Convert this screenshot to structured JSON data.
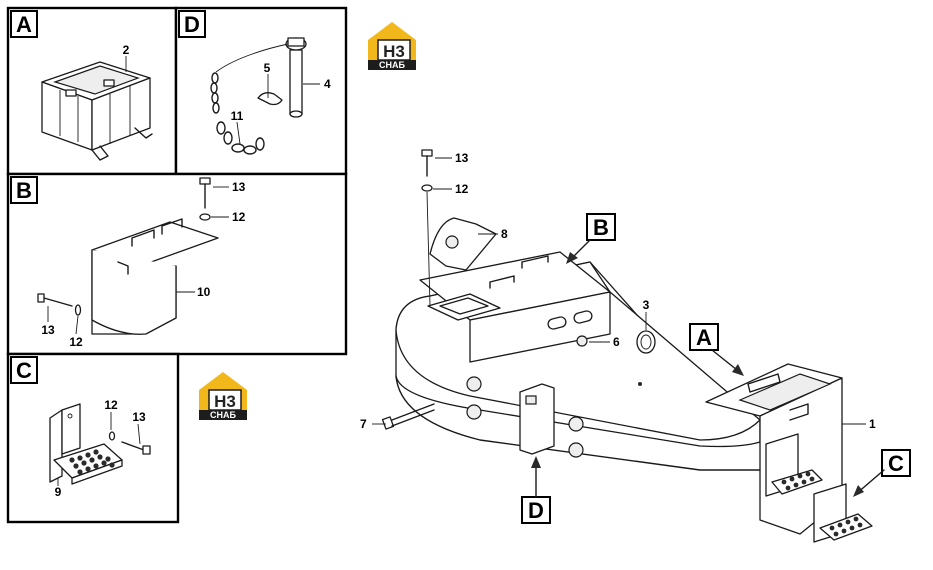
{
  "section_labels": {
    "A": "A",
    "B": "B",
    "C": "C",
    "D": "D"
  },
  "callouts": {
    "a_2": "2",
    "d_5": "5",
    "d_4": "4",
    "d_11": "11",
    "b_13_top": "13",
    "b_12_top": "12",
    "b_10": "10",
    "b_13_left": "13",
    "b_12_left": "12",
    "c_12": "12",
    "c_13": "13",
    "c_9": "9",
    "m_13": "13",
    "m_12": "12",
    "m_8": "8",
    "m_3": "3",
    "m_6": "6",
    "m_7": "7",
    "m_1": "1"
  },
  "main_labels": {
    "B": "B",
    "A": "A",
    "C": "C",
    "D": "D"
  },
  "logo": {
    "letters": "H3",
    "subtitle": "CHAБ",
    "colors": {
      "top": "#f2b81b",
      "bottom": "#1d1d1d"
    }
  }
}
